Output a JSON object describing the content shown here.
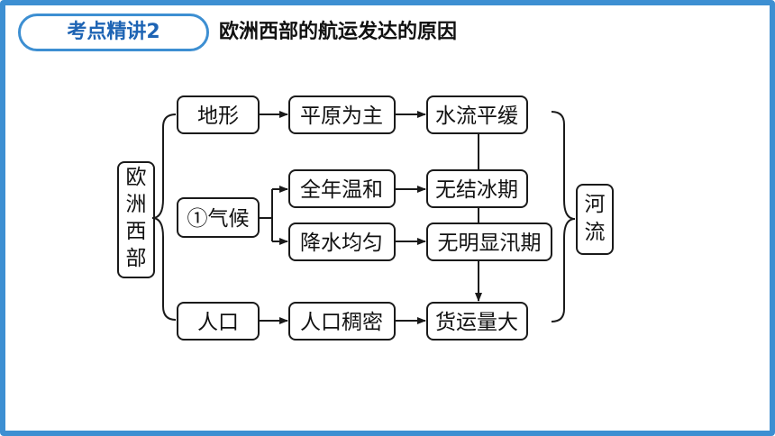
{
  "header": {
    "badge": "考点精讲2",
    "title": "欧洲西部的航运发达的原因"
  },
  "diagram": {
    "left_label": "欧洲西部",
    "right_label": "河流",
    "factors": [
      "地形",
      "①气候",
      "人口"
    ],
    "conditions": [
      "平原为主",
      "全年温和",
      "降水均匀",
      "人口稠密"
    ],
    "effects": [
      "水流平缓",
      "无结冰期",
      "无明显汛期",
      "货运量大"
    ]
  },
  "colors": {
    "accent": "#3d8fd2",
    "badge_text": "#1e64b4"
  }
}
